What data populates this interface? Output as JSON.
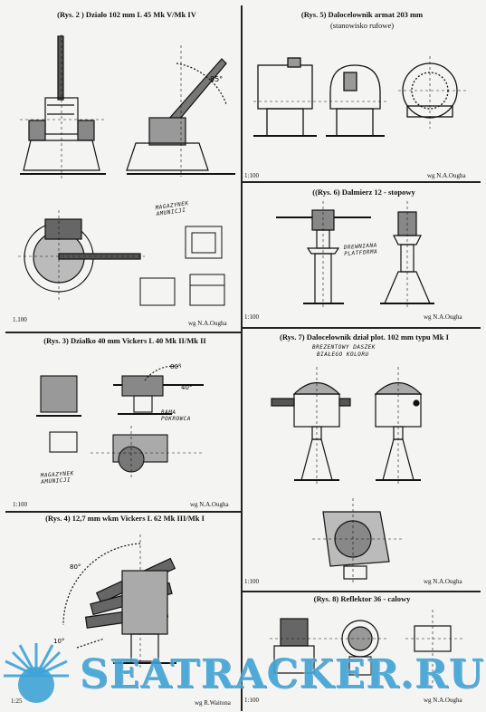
{
  "figures": [
    {
      "id": "rys2",
      "caption": "(Rys. 2 ) Działo 102 mm L 45 Mk V/Mk IV",
      "scale": "1.100",
      "credit": "wg N.A.Ougha",
      "labels": [
        "MAGAZYNEK AMUNICJI"
      ],
      "angle": "85°"
    },
    {
      "id": "rys5",
      "caption": "(Rys. 5) Dalocelownik armat 203 mm",
      "subcaption": "(stanowisko rufowe)",
      "scale": "1:100",
      "credit": "wg N.A.Ougha"
    },
    {
      "id": "rys6",
      "caption": "((Rys. 6) Dalmierz 12 - stopowy",
      "scale": "1:100",
      "credit": "wg N.A.Ougha",
      "labels": [
        "DREWNIANA PLATFORMA"
      ]
    },
    {
      "id": "rys3",
      "caption": "(Rys. 3) Działko 40 mm Vickers L 40 Mk II/Mk II",
      "scale": "1:100",
      "credit": "wg N.A.Ougha",
      "labels": [
        "RAMA POKROWCA",
        "MAGAZYNEK AMUNICJI"
      ],
      "angles": [
        "80°",
        "40°"
      ]
    },
    {
      "id": "rys7",
      "caption": "(Rys. 7) Dalocelownik dział plot. 102 mm typu Mk I",
      "scale": "1:100",
      "credit": "wg N.A.Ougha",
      "labels": [
        "BREZENTOWY DASZEK",
        "BIAŁEGO KOLORU"
      ]
    },
    {
      "id": "rys4",
      "caption": "(Rys. 4)  12,7 mm wkm Vickers L 62 Mk III/Mk I",
      "scale": "1:25",
      "credit": "wg R.Waitona",
      "angles": [
        "80°",
        "10°"
      ]
    },
    {
      "id": "rys8",
      "caption": "(Rys. 8) Reflektor 36 - calowy",
      "scale": "1:100",
      "credit": "wg N.A.Ougha"
    }
  ],
  "watermark": "SEATRACKER.RU"
}
